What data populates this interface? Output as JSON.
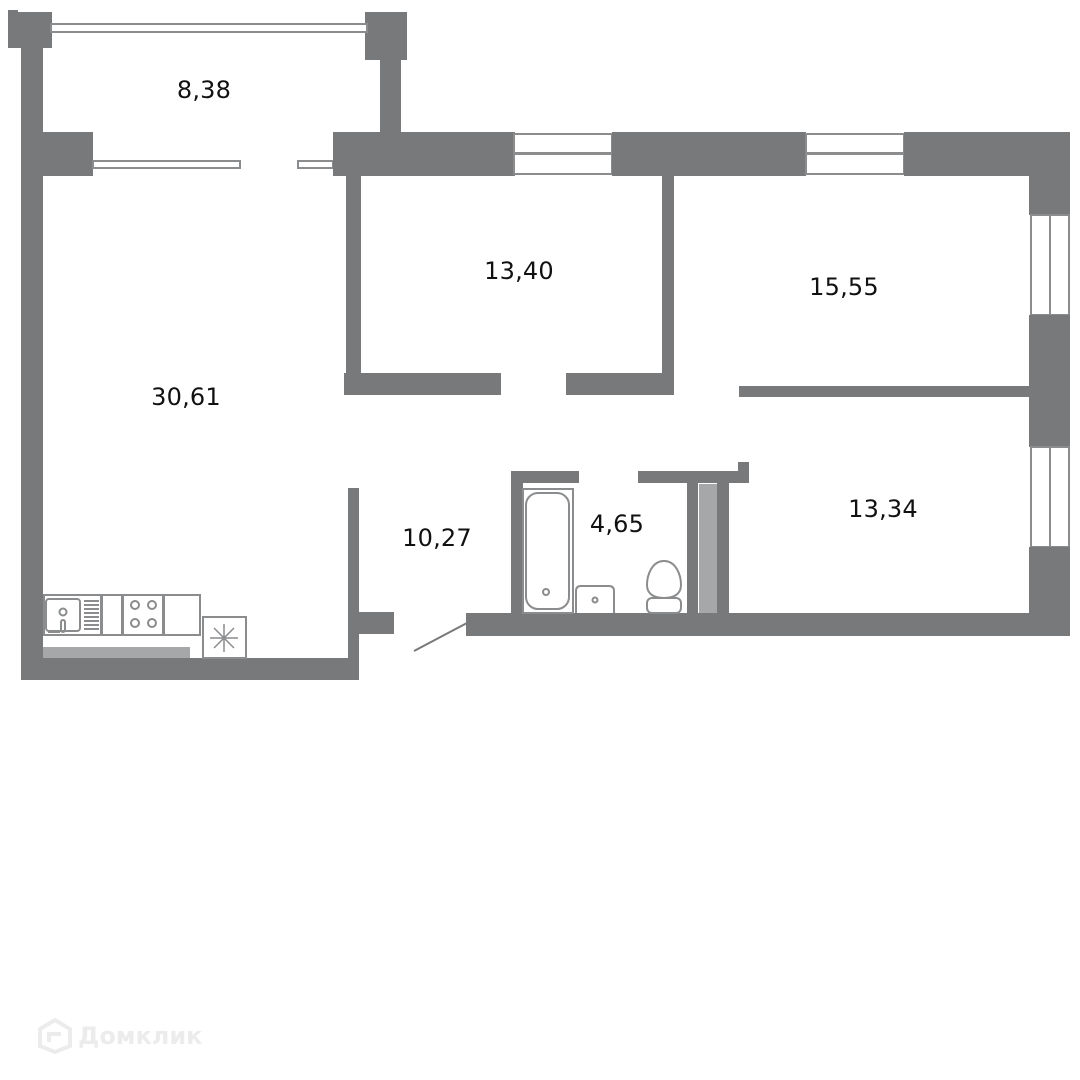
{
  "floor_plan": {
    "colors": {
      "wall": "#77797a",
      "fixture_outline": "#8a8c8d",
      "shaft": "#a5a7a8",
      "label_text": "#111111",
      "background": "#ffffff"
    },
    "rooms": [
      {
        "id": "balcony",
        "area": "8,38"
      },
      {
        "id": "kitchen-living",
        "area": "30,61"
      },
      {
        "id": "bedroom-1",
        "area": "13,40"
      },
      {
        "id": "bedroom-2",
        "area": "15,55"
      },
      {
        "id": "hallway",
        "area": "10,27"
      },
      {
        "id": "bathroom",
        "area": "4,65"
      },
      {
        "id": "bedroom-3",
        "area": "13,34"
      }
    ],
    "fixtures": [
      "sink",
      "stove",
      "kitchen-counter",
      "fridge",
      "bathtub",
      "washbasin",
      "toilet",
      "entry-door"
    ]
  },
  "watermark": {
    "brand": "Домклик"
  }
}
